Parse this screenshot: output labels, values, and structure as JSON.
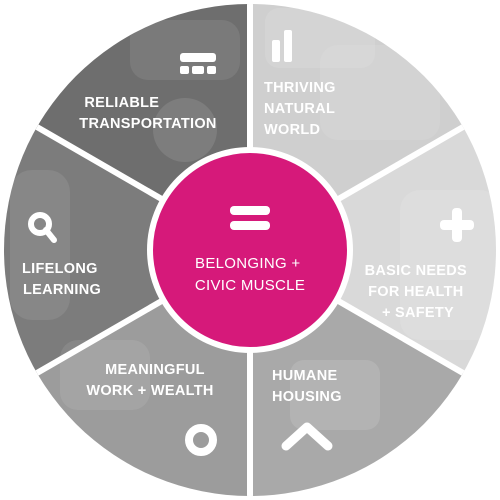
{
  "center": {
    "lines": [
      "BELONGING +",
      "CIVIC MUSCLE"
    ],
    "color": "#d6197a",
    "icon": "equals-icon"
  },
  "segments": [
    {
      "id": "thriving-natural-world",
      "lines": [
        "THRIVING",
        "NATURAL",
        "WORLD"
      ],
      "color": "#cfcfcf",
      "icon": "bar-chart-icon"
    },
    {
      "id": "basic-needs",
      "lines": [
        "BASIC NEEDS",
        "FOR HEALTH",
        "+ SAFETY"
      ],
      "color": "#d9d9d9",
      "icon": "plus-icon"
    },
    {
      "id": "humane-housing",
      "lines": [
        "HUMANE",
        "HOUSING"
      ],
      "color": "#a9a9a9",
      "icon": "house-chevron-icon"
    },
    {
      "id": "meaningful-work",
      "lines": [
        "MEANINGFUL",
        "WORK + WEALTH"
      ],
      "color": "#9c9c9c",
      "icon": "ring-icon"
    },
    {
      "id": "lifelong-learning",
      "lines": [
        "LIFELONG",
        "LEARNING"
      ],
      "color": "#7c7c7c",
      "icon": "magnifier-icon"
    },
    {
      "id": "reliable-transportation",
      "lines": [
        "RELIABLE",
        "TRANSPORTATION"
      ],
      "color": "#6e6e6e",
      "icon": "bus-icon"
    }
  ]
}
